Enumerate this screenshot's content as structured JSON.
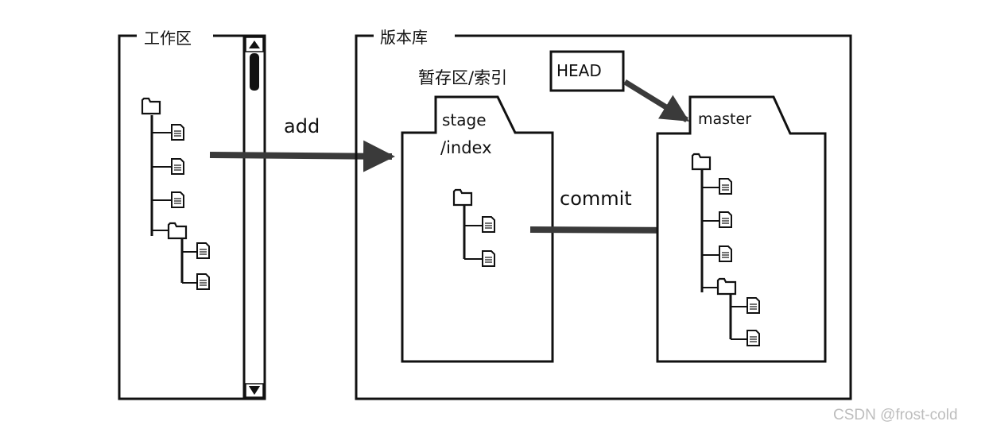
{
  "workspace": {
    "title": "工作区"
  },
  "repository": {
    "title": "版本库"
  },
  "index_area": {
    "label": "暂存区/索引",
    "tab_label": "stage",
    "sub_label": "/index"
  },
  "head": {
    "label": "HEAD"
  },
  "branch": {
    "tab_label": "master"
  },
  "actions": {
    "add": "add",
    "commit": "commit"
  },
  "watermark": "CSDN @frost-cold",
  "colors": {
    "line": "#111111",
    "arrow": "#3a3a3a",
    "watermark": "#bdbdbd"
  },
  "icons": [
    "folder-icon",
    "file-icon",
    "scroll-up-arrow-icon",
    "scroll-down-arrow-icon"
  ]
}
